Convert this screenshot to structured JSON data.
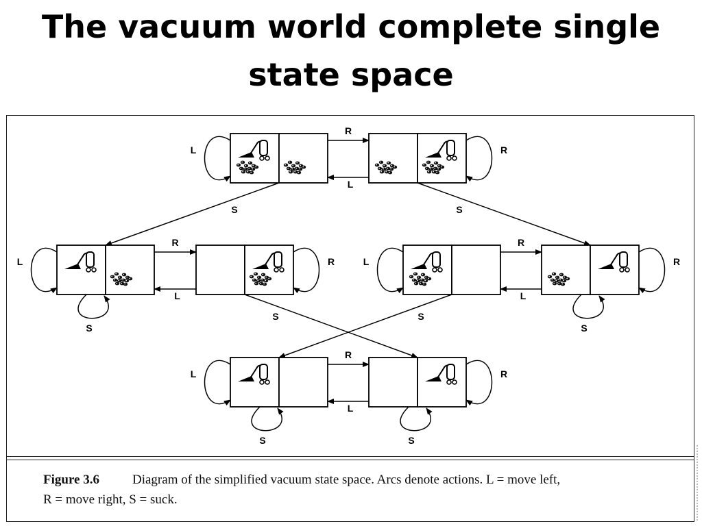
{
  "title": "The vacuum world complete single state space",
  "figure": {
    "caption_label": "Figure 3.6",
    "caption_line1": "Diagram of the simplified vacuum state space.  Arcs denote actions.  L = move left,",
    "caption_line2": "R = move right,  S = suck."
  },
  "actions": {
    "left": "L",
    "right": "R",
    "suck": "S"
  },
  "states": [
    {
      "id": 1,
      "vacuum": "left",
      "dirt": [
        "left",
        "right"
      ]
    },
    {
      "id": 2,
      "vacuum": "right",
      "dirt": [
        "left",
        "right"
      ]
    },
    {
      "id": 3,
      "vacuum": "left",
      "dirt": [
        "right"
      ]
    },
    {
      "id": 4,
      "vacuum": "right",
      "dirt": [
        "right"
      ]
    },
    {
      "id": 5,
      "vacuum": "left",
      "dirt": [
        "left"
      ]
    },
    {
      "id": 6,
      "vacuum": "right",
      "dirt": [
        "left"
      ]
    },
    {
      "id": 7,
      "vacuum": "left",
      "dirt": []
    },
    {
      "id": 8,
      "vacuum": "right",
      "dirt": []
    }
  ],
  "transitions": [
    {
      "from": 1,
      "to": 2,
      "action": "R"
    },
    {
      "from": 2,
      "to": 1,
      "action": "L"
    },
    {
      "from": 1,
      "to": 1,
      "action": "L"
    },
    {
      "from": 2,
      "to": 2,
      "action": "R"
    },
    {
      "from": 1,
      "to": 3,
      "action": "S"
    },
    {
      "from": 2,
      "to": 6,
      "action": "S"
    },
    {
      "from": 3,
      "to": 4,
      "action": "R"
    },
    {
      "from": 4,
      "to": 3,
      "action": "L"
    },
    {
      "from": 3,
      "to": 3,
      "action": "L"
    },
    {
      "from": 3,
      "to": 3,
      "action": "S"
    },
    {
      "from": 4,
      "to": 4,
      "action": "R"
    },
    {
      "from": 4,
      "to": 8,
      "action": "S"
    },
    {
      "from": 5,
      "to": 6,
      "action": "R"
    },
    {
      "from": 6,
      "to": 5,
      "action": "L"
    },
    {
      "from": 5,
      "to": 5,
      "action": "L"
    },
    {
      "from": 5,
      "to": 7,
      "action": "S"
    },
    {
      "from": 6,
      "to": 6,
      "action": "R"
    },
    {
      "from": 6,
      "to": 6,
      "action": "S"
    },
    {
      "from": 7,
      "to": 8,
      "action": "R"
    },
    {
      "from": 8,
      "to": 7,
      "action": "L"
    },
    {
      "from": 7,
      "to": 7,
      "action": "L"
    },
    {
      "from": 7,
      "to": 7,
      "action": "S"
    },
    {
      "from": 8,
      "to": 8,
      "action": "R"
    },
    {
      "from": 8,
      "to": 8,
      "action": "S"
    }
  ]
}
